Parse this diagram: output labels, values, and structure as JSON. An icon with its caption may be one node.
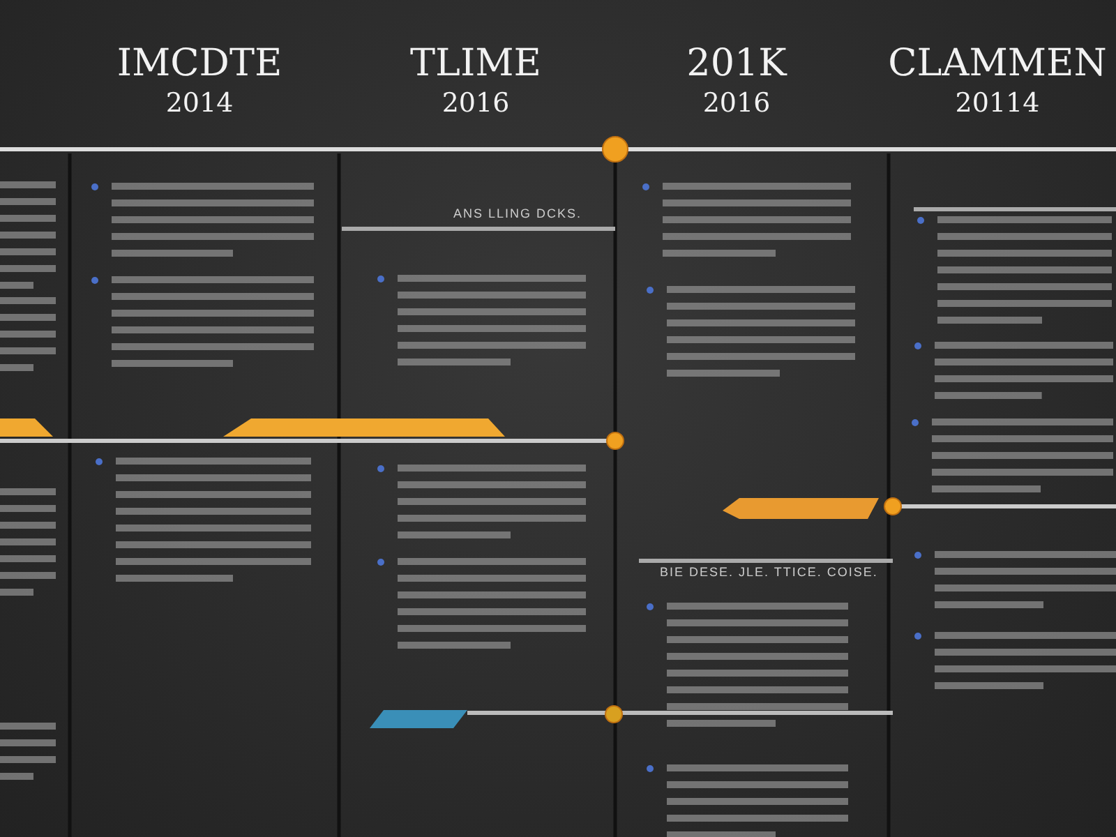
{
  "diagram": {
    "nodes": [
      {
        "text": [],
        "shape": "bar"
      },
      {
        "text": [],
        "shape": "bar"
      },
      {
        "text": [],
        "shape": "bar"
      },
      {
        "text": [],
        "shape": "bar"
      }
    ],
    "labels": [
      "IMCDTE",
      "2014",
      "TLIME",
      "2016",
      "201K",
      "2016",
      "CLAMMEN",
      "20114",
      "ANS LLING DCKS.",
      "BIE DESE. JLE. TTICE. COISE."
    ]
  }
}
